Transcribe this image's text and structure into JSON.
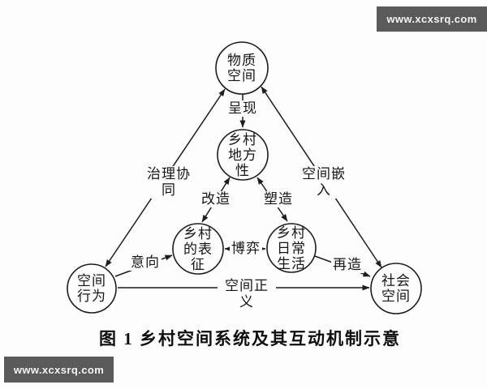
{
  "watermarks": {
    "top_right": "www.xcxsrq.com",
    "bottom_left": "www.xcxsrq.com"
  },
  "figure": {
    "caption": "图 1  乡村空间系统及其互动机制示意"
  },
  "colors": {
    "line": "#1d1d1d",
    "watermark_bg": "#5a5a5a",
    "background": "#fdfdfd"
  },
  "diagram": {
    "nodes": {
      "physical_space": {
        "label": "物质\n空间"
      },
      "rural_locality": {
        "label": "乡村\n地方\n性"
      },
      "rural_representation": {
        "label": "乡村\n的表\n征"
      },
      "rural_daily_life": {
        "label": "乡村\n日常\n生活"
      },
      "spatial_behavior": {
        "label": "空间\n行为"
      },
      "social_space": {
        "label": "社会\n空间"
      }
    },
    "edges": {
      "presentation": {
        "label": "呈现",
        "from": "物质空间",
        "to": "乡村地方性",
        "direction": "one-way"
      },
      "governance_synergy": {
        "label": "治理协同",
        "from": "空间行为",
        "to": "物质空间",
        "direction": "two-way"
      },
      "spatial_embedding": {
        "label": "空间嵌入",
        "from": "社会空间",
        "to": "物质空间",
        "direction": "two-way"
      },
      "transformation": {
        "label": "改造",
        "from": "乡村地方性",
        "to": "乡村的表征",
        "direction": "two-way"
      },
      "shaping": {
        "label": "塑造",
        "from": "乡村地方性",
        "to": "乡村日常生活",
        "direction": "two-way"
      },
      "gaming": {
        "label": "博弈",
        "from": "乡村的表征",
        "to": "乡村日常生活",
        "direction": "two-way"
      },
      "intention": {
        "label": "意向",
        "from": "空间行为",
        "to": "乡村的表征",
        "direction": "one-way"
      },
      "recreation": {
        "label": "再造",
        "from": "乡村日常生活",
        "to": "社会空间",
        "direction": "one-way"
      },
      "spatial_justice": {
        "label": "空间正义",
        "from": "空间行为",
        "to": "社会空间",
        "direction": "one-way"
      }
    }
  }
}
